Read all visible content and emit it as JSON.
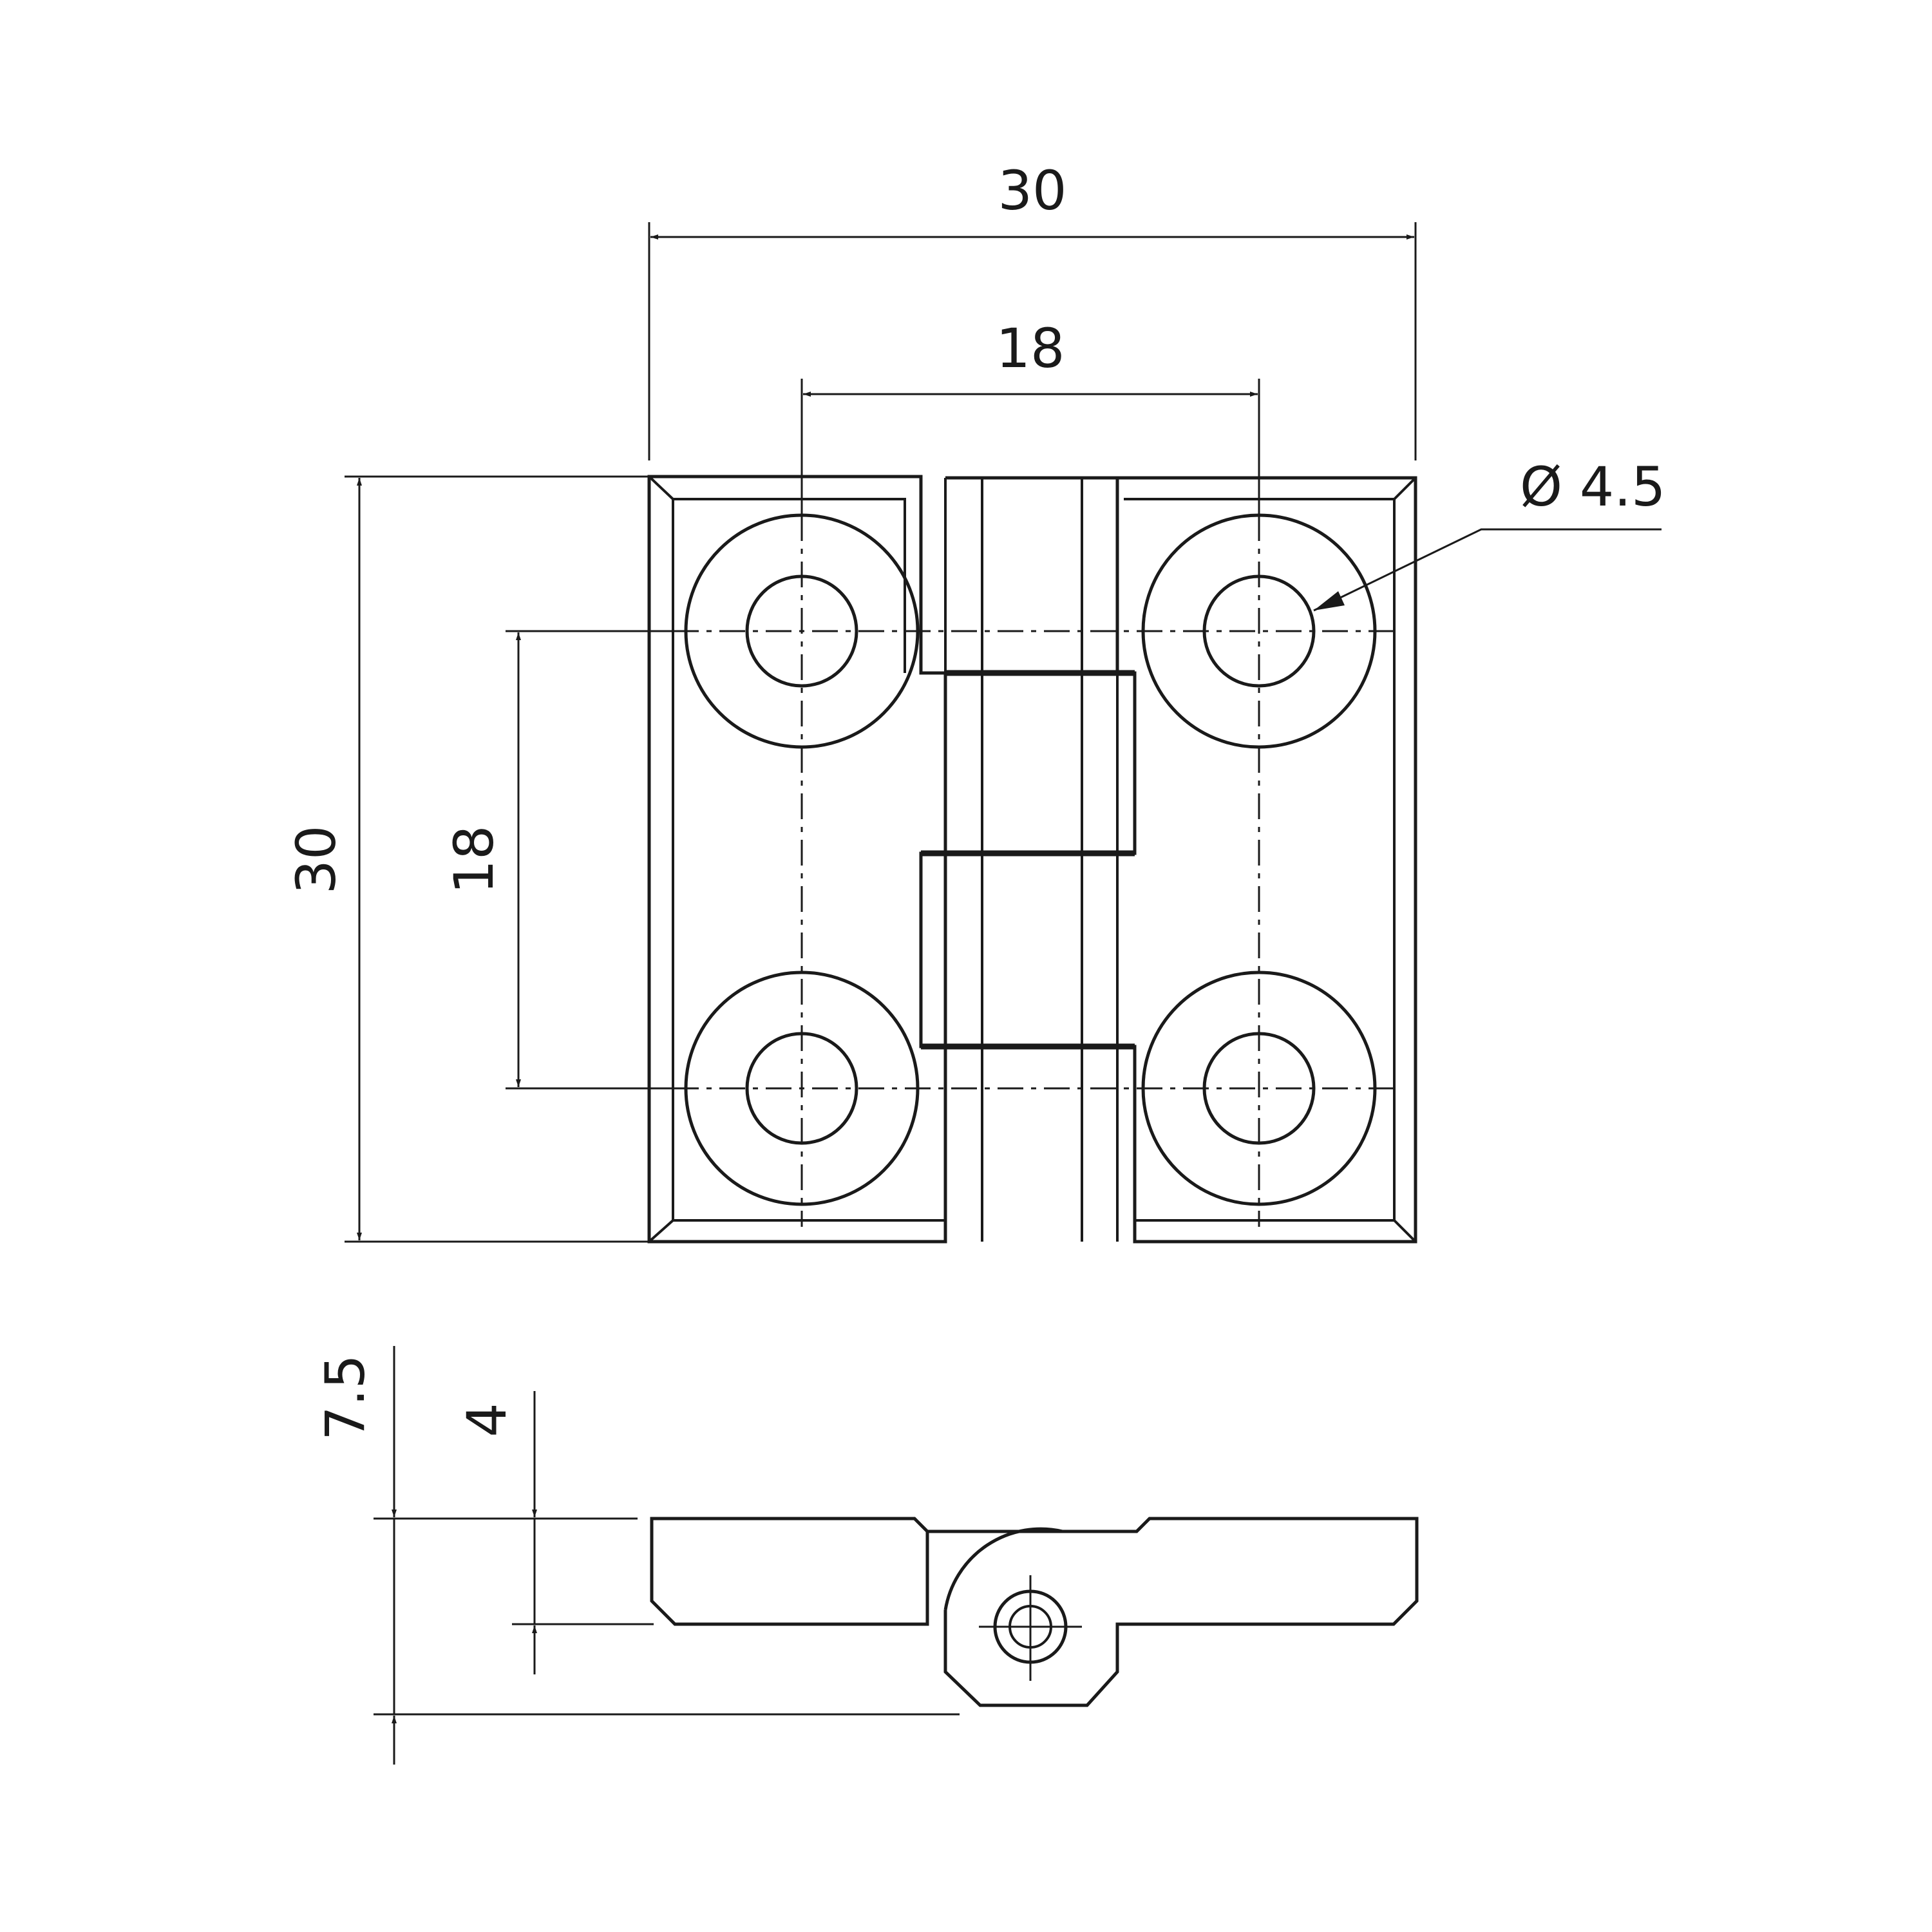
{
  "dimensions": {
    "top_width": "30",
    "hole_spacing_horizontal": "18",
    "hole_diameter": "Ø 4.5",
    "overall_height": "30",
    "hole_spacing_vertical": "18",
    "side_total_thickness": "7.5",
    "side_leaf_thickness": "4"
  },
  "colors": {
    "line": "#1a1a1a",
    "background": "#ffffff"
  }
}
